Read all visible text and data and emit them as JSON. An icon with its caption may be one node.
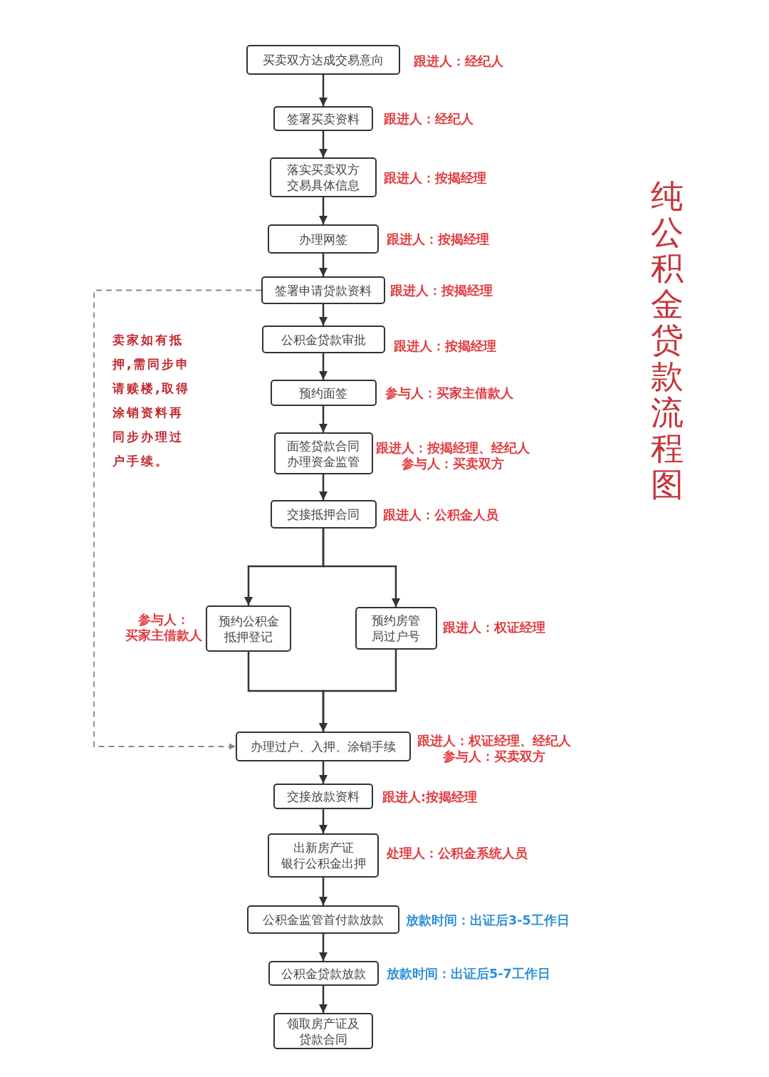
{
  "diagram": {
    "title": "纯公积金贷款流程图",
    "nodes": [
      {
        "text": [
          "买卖双方达成交易意向"
        ],
        "beside": [
          "跟进人：经纪人"
        ]
      },
      {
        "text": [
          "签署买卖资料"
        ],
        "beside": [
          "跟进人：经纪人"
        ]
      },
      {
        "text": [
          "落实买卖双方交易具体信息"
        ],
        "beside": [
          "跟进人：按揭经理"
        ]
      },
      {
        "text": [
          "办理网签"
        ],
        "beside": [
          "跟进人：按揭经理"
        ]
      },
      {
        "text": [
          "签署申请贷款资料"
        ],
        "beside": [
          "跟进人：按揭经理"
        ]
      },
      {
        "text": [
          "公积金贷款审批"
        ],
        "beside": [
          "跟进人：按揭经理"
        ]
      },
      {
        "text": [
          "预约面签"
        ],
        "beside": [
          "参与人：买家主借款人"
        ]
      },
      {
        "text": [
          "面签贷款合同",
          "办理资金监管"
        ],
        "beside": [
          "跟进人：按揭经理、经纪人",
          "参与人：买卖双方"
        ]
      },
      {
        "text": [
          "交接抵押合同"
        ],
        "beside": [
          "跟进人：公积金人员"
        ]
      },
      {
        "text": [
          "预约公积金抵押登记"
        ],
        "beside": [
          "参与人：买家主借款人"
        ]
      },
      {
        "text": [
          "预约房管局过户号"
        ],
        "beside": [
          "跟进人：权证经理"
        ]
      },
      {
        "text": [
          "办理过户、入押、涂销手续"
        ],
        "beside": [
          "跟进人：权证经理、经纪人",
          "参与人：买卖双方"
        ]
      },
      {
        "text": [
          "交接放款资料"
        ],
        "beside": [
          "跟进人:按揭经理"
        ]
      },
      {
        "text": [
          "出新房产证",
          "银行公积金出押"
        ],
        "beside": [
          "处理人：公积金系统人员"
        ]
      },
      {
        "text": [
          "公积金监管首付款放款"
        ],
        "beside": [
          "放款时间：出证后3-5工作日"
        ]
      },
      {
        "text": [
          "公积金贷款放款"
        ],
        "beside": [
          "放款时间：出证后5-7工作日"
        ]
      },
      {
        "text": [
          "领取房产证及贷款合同"
        ]
      }
    ],
    "edges": [
      {
        "from": 0,
        "to": 1,
        "arrow": "to"
      },
      {
        "from": 1,
        "to": 2,
        "arrow": "to"
      },
      {
        "from": 2,
        "to": 3,
        "arrow": "to"
      },
      {
        "from": 3,
        "to": 4,
        "arrow": "to"
      },
      {
        "from": 4,
        "to": 5,
        "arrow": "to"
      },
      {
        "from": 5,
        "to": 6,
        "arrow": "to"
      },
      {
        "from": 6,
        "to": 7,
        "arrow": "to"
      },
      {
        "from": 7,
        "to": 8,
        "arrow": "to"
      },
      {
        "from": 8,
        "to": 9,
        "arrow": "to"
      },
      {
        "from": 8,
        "to": 10,
        "arrow": "to"
      },
      {
        "from": 9,
        "to": 11,
        "arrow": "to"
      },
      {
        "from": 10,
        "to": 11,
        "arrow": "to"
      },
      {
        "from": 11,
        "to": 12,
        "arrow": "to"
      },
      {
        "from": 12,
        "to": 13,
        "arrow": "to"
      },
      {
        "from": 13,
        "to": 14,
        "arrow": "to"
      },
      {
        "from": 14,
        "to": 15,
        "arrow": "to"
      },
      {
        "from": 15,
        "to": 16,
        "arrow": "to"
      },
      {
        "from": 4,
        "to": 11,
        "arrow": "to",
        "style": "dashed",
        "color": "#888888"
      }
    ],
    "labels": [
      "卖家如有抵押,需同步申请赎楼,取得涂销资料再同步办理过户手续。"
    ]
  }
}
